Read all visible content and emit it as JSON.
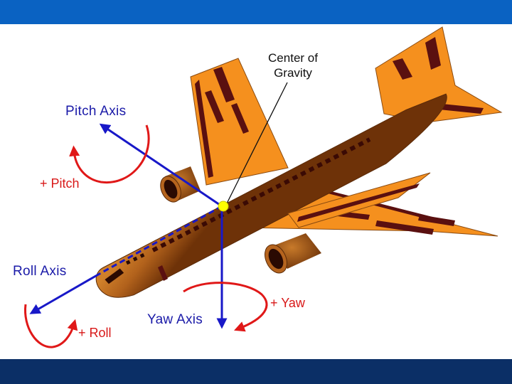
{
  "colors": {
    "header_bar": "#0a62c2",
    "footer_bar": "#0b2f66",
    "axis_blue": "#1818c8",
    "rotation_red": "#e01818",
    "airplane_orange": "#f5901e",
    "fuselage_brown": "#b2621c",
    "stripe_dark": "#5a1010",
    "center_of_gravity": "#ffff00"
  },
  "labels": {
    "center_of_gravity_line1": "Center of",
    "center_of_gravity_line2": "Gravity",
    "pitch_axis": "Pitch  Axis",
    "plus_pitch": "+ Pitch",
    "roll_axis": "Roll  Axis",
    "plus_roll": "+ Roll",
    "yaw_axis": "Yaw  Axis",
    "plus_yaw": "+ Yaw"
  },
  "icons": {
    "airplane": "airplane-illustration",
    "center_of_gravity": "yellow-dot"
  }
}
